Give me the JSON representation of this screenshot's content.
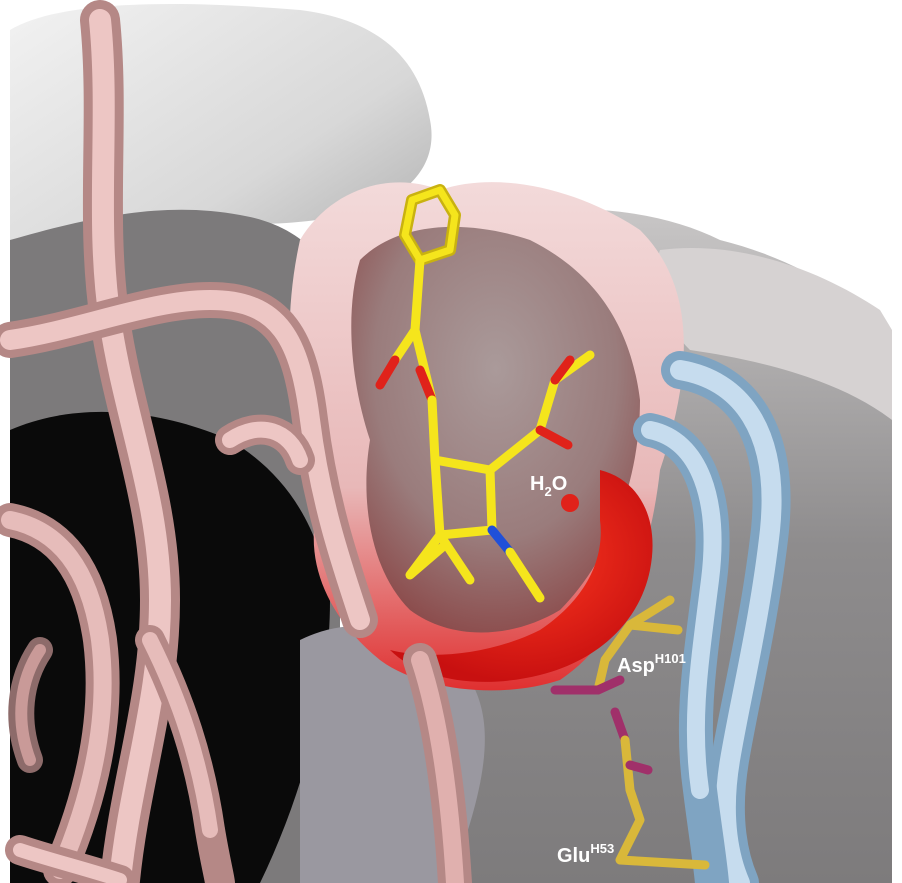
{
  "labels": {
    "water": {
      "base": "H",
      "subscript": "2",
      "tail": "O"
    },
    "asp": {
      "base": "Asp",
      "superscript": "H101"
    },
    "glu": {
      "base": "Glu",
      "superscript": "H53"
    }
  },
  "colors": {
    "ligand": "#f2e21a",
    "oxygen": "#e0221a",
    "nitrogen": "#2050d8",
    "residue": "#d9b83a",
    "residue_oxygen": "#a0306a",
    "ribbon_pink": "#e3b5b2",
    "ribbon_blue": "#a9c7de",
    "pocket_red": "#e01818",
    "surface_grey": "#8c8a8c"
  }
}
